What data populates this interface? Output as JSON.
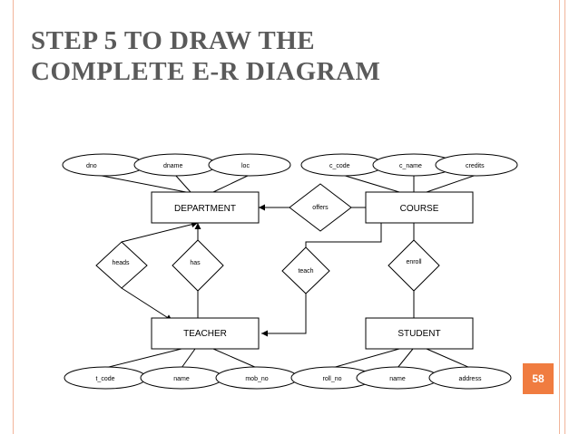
{
  "slide": {
    "title_line1": "STEP 5 TO DRAW THE",
    "title_line2": "COMPLETE E-R DIAGRAM",
    "page_number": "58"
  },
  "diagram": {
    "entities": {
      "department": "DEPARTMENT",
      "course": "COURSE",
      "teacher": "TEACHER",
      "student": "STUDENT"
    },
    "relationships": {
      "offers": "offers",
      "heads": "heads",
      "has": "has",
      "teach": "teach",
      "enroll": "enroll"
    },
    "attributes": {
      "dno": "dno",
      "dname": "dname",
      "loc": "loc",
      "c_code": "c_code",
      "c_name": "c_name",
      "credits": "credits",
      "t_code": "t_code",
      "teacher_name": "name",
      "mob_no": "mob_no",
      "roll_no": "roll_no",
      "student_name": "name",
      "address": "address"
    }
  },
  "colors": {
    "frame": "#f2b49a",
    "title": "#5a5a5a",
    "badge": "#f07c40"
  }
}
